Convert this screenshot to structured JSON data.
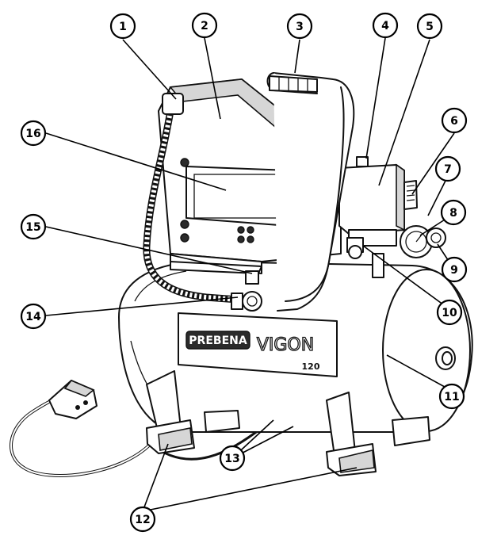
{
  "brand": {
    "maker": "PREBENA",
    "model": "VIGON",
    "model_suffix": "120"
  },
  "callouts": [
    {
      "label": "1"
    },
    {
      "label": "2"
    },
    {
      "label": "3"
    },
    {
      "label": "4"
    },
    {
      "label": "5"
    },
    {
      "label": "6"
    },
    {
      "label": "7"
    },
    {
      "label": "8"
    },
    {
      "label": "9"
    },
    {
      "label": "10"
    },
    {
      "label": "11"
    },
    {
      "label": "12"
    },
    {
      "label": "13"
    },
    {
      "label": "14"
    },
    {
      "label": "15"
    },
    {
      "label": "16"
    }
  ]
}
